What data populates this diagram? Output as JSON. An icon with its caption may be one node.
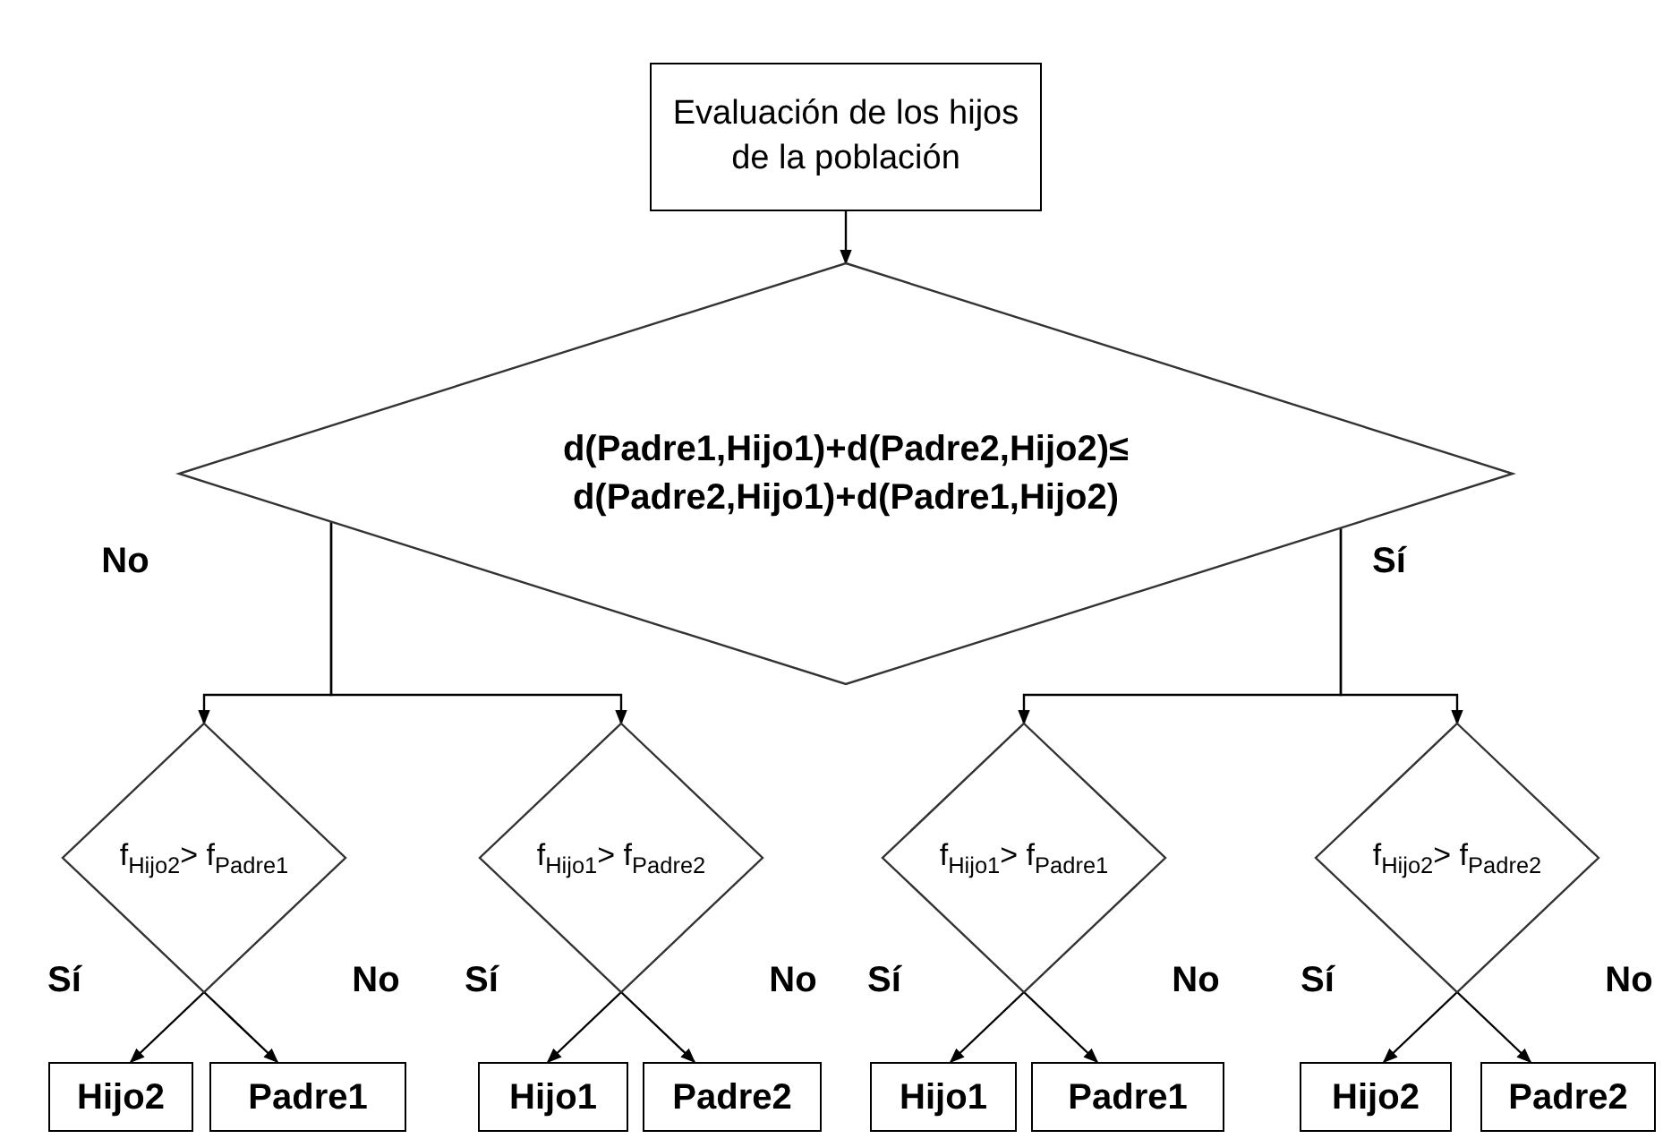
{
  "diagram": {
    "nodes": [
      {
        "text": [
          "Evaluación de los hijos de la población"
        ]
      },
      {
        "text": [
          "d(Padre1,Hijo1)+d(Padre2,Hijo2)≤ d(Padre2,Hijo1)+d(Padre1,Hijo2)"
        ]
      },
      {
        "text": [
          "f$_{Hijo2}$> f$_{Padre1}$"
        ]
      },
      {
        "text": [
          "f$_{Hijo1}$> f$_{Padre2}$"
        ]
      },
      {
        "text": [
          "f$_{Hijo1}$> f$_{Padre1}$"
        ]
      },
      {
        "text": [
          "f$_{Hijo2}$> f$_{Padre2}$"
        ]
      },
      {
        "text": [
          "Hijo2"
        ]
      },
      {
        "text": [
          "Padre1"
        ]
      },
      {
        "text": [
          "Hijo1"
        ]
      },
      {
        "text": [
          "Padre2"
        ]
      },
      {
        "text": [
          "Hijo1"
        ]
      },
      {
        "text": [
          "Padre1"
        ]
      },
      {
        "text": [
          "Hijo2"
        ]
      },
      {
        "text": [
          "Padre2"
        ]
      }
    ],
    "edges": [
      {
        "from": 0,
        "to": 1,
        "arrow": "to"
      },
      {
        "from": 1,
        "to": 2,
        "arrow": "to"
      },
      {
        "from": 1,
        "to": 3,
        "arrow": "to"
      },
      {
        "from": 1,
        "to": 4,
        "arrow": "to"
      },
      {
        "from": 1,
        "to": 5,
        "arrow": "to"
      },
      {
        "from": 2,
        "to": 6,
        "arrow": "to",
        "label": "Sí"
      },
      {
        "from": 2,
        "to": 7,
        "arrow": "to",
        "label": "No"
      },
      {
        "from": 3,
        "to": 8,
        "arrow": "to",
        "label": "Sí"
      },
      {
        "from": 3,
        "to": 9,
        "arrow": "to",
        "label": "No"
      },
      {
        "from": 4,
        "to": 10,
        "arrow": "to",
        "label": "Sí"
      },
      {
        "from": 4,
        "to": 11,
        "arrow": "to",
        "label": "No"
      },
      {
        "from": 5,
        "to": 12,
        "arrow": "to",
        "label": "Sí"
      },
      {
        "from": 5,
        "to": 13,
        "arrow": "to",
        "label": "No"
      }
    ],
    "labels": [
      "No",
      "Sí"
    ]
  }
}
